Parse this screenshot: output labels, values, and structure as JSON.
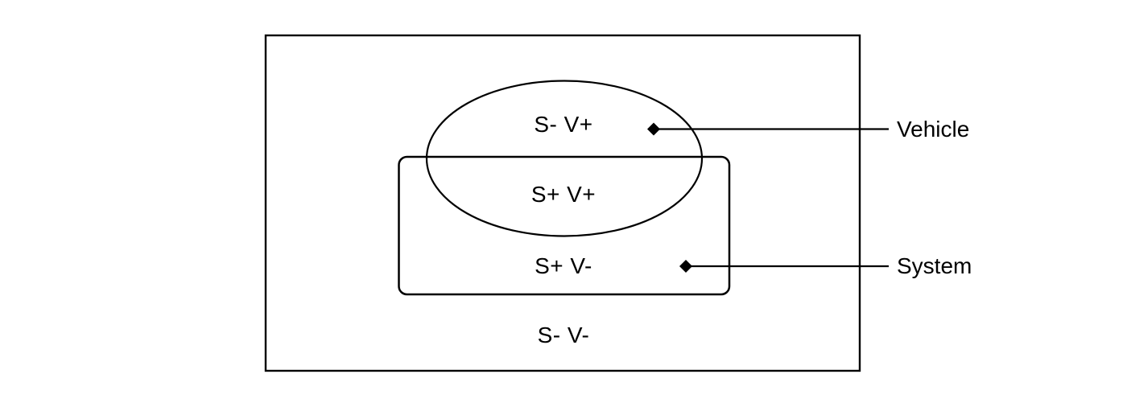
{
  "figure": {
    "background_color": "#ffffff",
    "line_color": "#000000",
    "regions": [
      {
        "id": "vehicle-only",
        "label": "S- V+"
      },
      {
        "id": "intersection",
        "label": "S+ V+"
      },
      {
        "id": "system-only",
        "label": "S+ V-"
      },
      {
        "id": "outside",
        "label": "S- V-"
      }
    ],
    "callouts": [
      {
        "target": "vehicle-ellipse",
        "label": "Vehicle"
      },
      {
        "target": "system-rectangle",
        "label": "System"
      }
    ]
  }
}
